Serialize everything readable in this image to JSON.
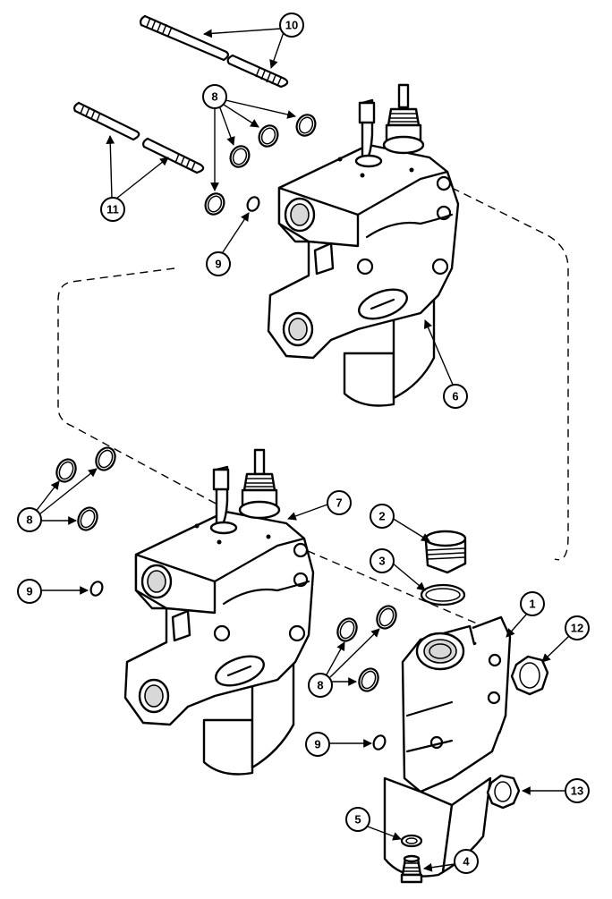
{
  "diagram": {
    "callouts": {
      "c1": "1",
      "c2": "2",
      "c3": "3",
      "c4": "4",
      "c5": "5",
      "c6": "6",
      "c7": "7",
      "c8a": "8",
      "c8b": "8",
      "c8c": "8",
      "c9a": "9",
      "c9b": "9",
      "c9c": "9",
      "c10": "10",
      "c11": "11",
      "c12": "12",
      "c13": "13"
    }
  }
}
